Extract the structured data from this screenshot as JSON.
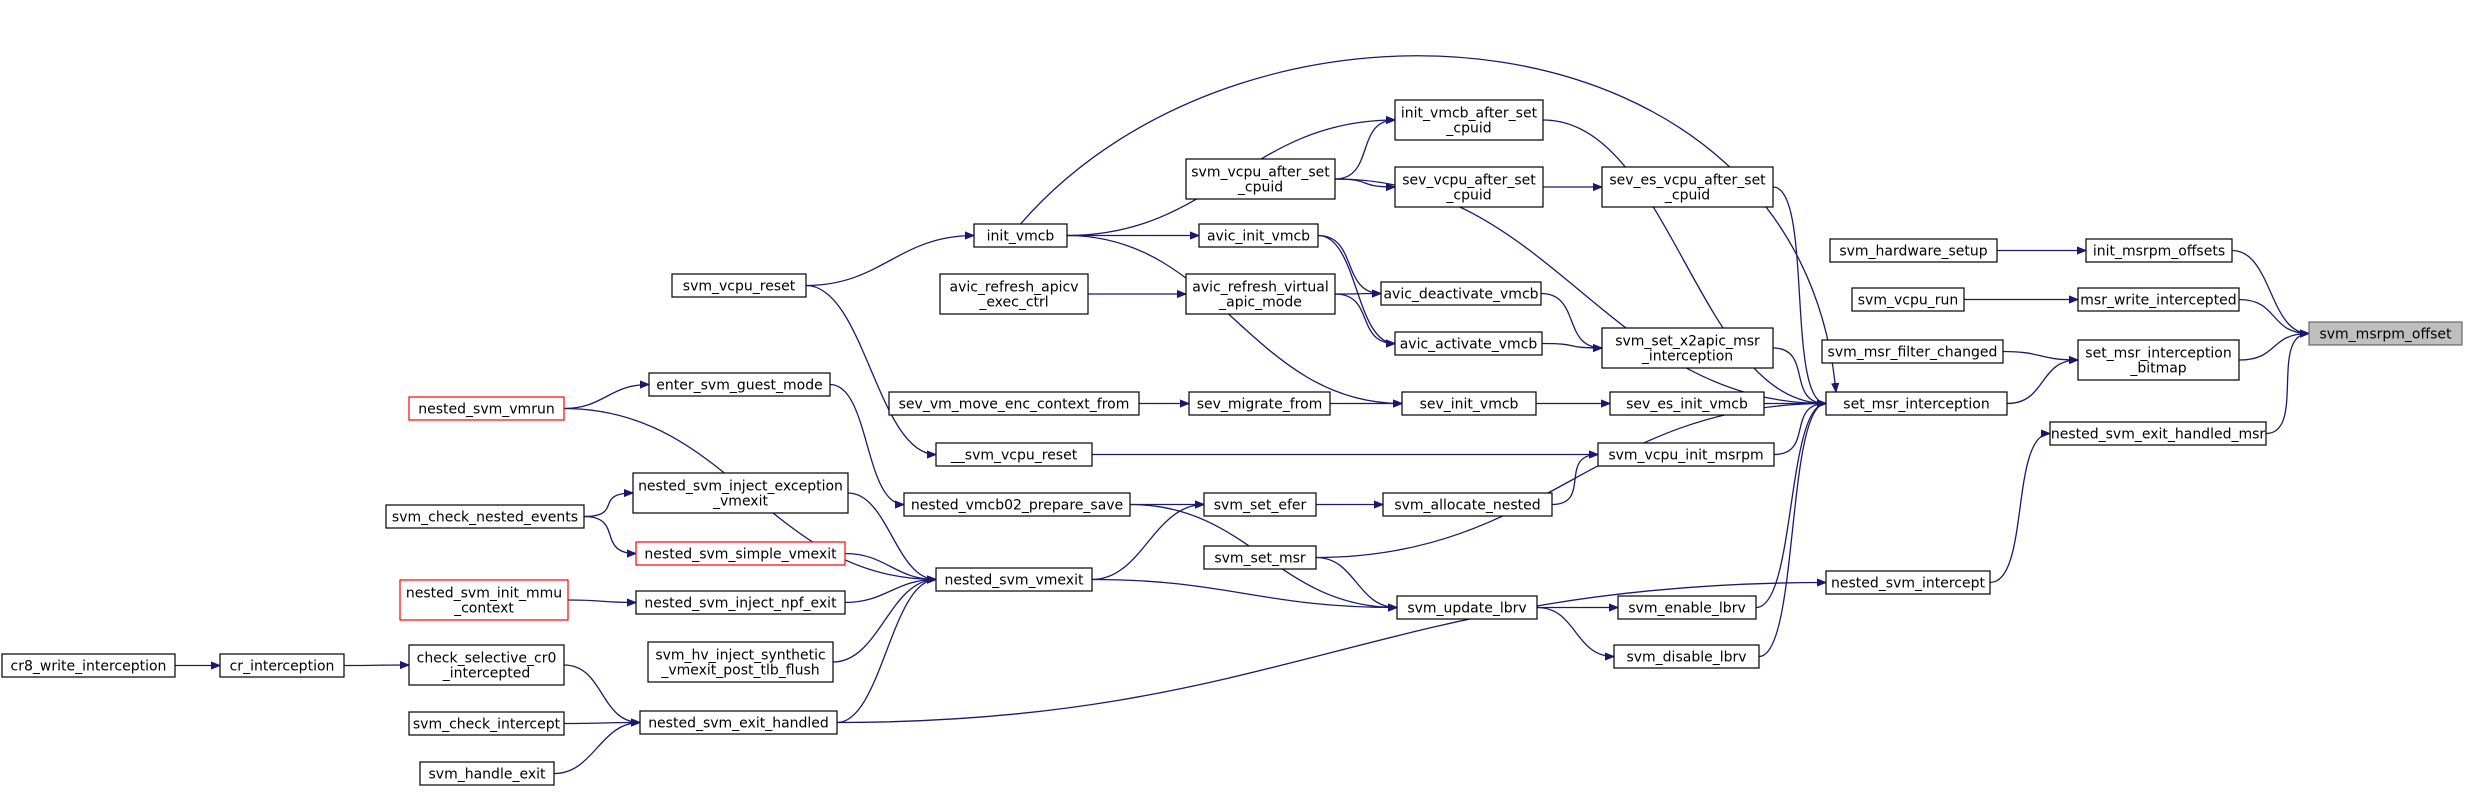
{
  "diagram": {
    "type": "call-graph",
    "colors": {
      "edge": "#191970",
      "node_border": "#000000",
      "highlight_border": "#ff0000",
      "root_fill": "#bfbfbf"
    },
    "nodes": [
      {
        "id": "svm_msrpm_offset",
        "lines": [
          "svm_msrpm_offset"
        ],
        "style": "root"
      },
      {
        "id": "init_msrpm_offsets",
        "lines": [
          "init_msrpm_offsets"
        ],
        "style": "normal"
      },
      {
        "id": "msr_write_intercepted",
        "lines": [
          "msr_write_intercepted"
        ],
        "style": "normal"
      },
      {
        "id": "set_msr_interception_bitmap",
        "lines": [
          "set_msr_interception",
          "_bitmap"
        ],
        "style": "normal"
      },
      {
        "id": "nested_svm_exit_handled_msr",
        "lines": [
          "nested_svm_exit_handled_msr"
        ],
        "style": "normal"
      },
      {
        "id": "svm_hardware_setup",
        "lines": [
          "svm_hardware_setup"
        ],
        "style": "normal"
      },
      {
        "id": "svm_vcpu_run",
        "lines": [
          "svm_vcpu_run"
        ],
        "style": "normal"
      },
      {
        "id": "svm_msr_filter_changed",
        "lines": [
          "svm_msr_filter_changed"
        ],
        "style": "normal"
      },
      {
        "id": "set_msr_interception",
        "lines": [
          "set_msr_interception"
        ],
        "style": "normal"
      },
      {
        "id": "nested_svm_intercept",
        "lines": [
          "nested_svm_intercept"
        ],
        "style": "normal"
      },
      {
        "id": "init_vmcb_after_set_cpuid",
        "lines": [
          "init_vmcb_after_set",
          "_cpuid"
        ],
        "style": "normal"
      },
      {
        "id": "sev_es_vcpu_after_set_cpuid",
        "lines": [
          "sev_es_vcpu_after_set",
          "_cpuid"
        ],
        "style": "normal"
      },
      {
        "id": "svm_set_x2apic_msr_interception",
        "lines": [
          "svm_set_x2apic_msr",
          "_interception"
        ],
        "style": "normal"
      },
      {
        "id": "sev_es_init_vmcb",
        "lines": [
          "sev_es_init_vmcb"
        ],
        "style": "normal"
      },
      {
        "id": "svm_vcpu_init_msrpm",
        "lines": [
          "svm_vcpu_init_msrpm"
        ],
        "style": "normal"
      },
      {
        "id": "svm_enable_lbrv",
        "lines": [
          "svm_enable_lbrv"
        ],
        "style": "normal"
      },
      {
        "id": "svm_disable_lbrv",
        "lines": [
          "svm_disable_lbrv"
        ],
        "style": "normal"
      },
      {
        "id": "svm_vcpu_after_set_cpuid",
        "lines": [
          "svm_vcpu_after_set",
          "_cpuid"
        ],
        "style": "normal"
      },
      {
        "id": "sev_vcpu_after_set_cpuid",
        "lines": [
          "sev_vcpu_after_set",
          "_cpuid"
        ],
        "style": "normal"
      },
      {
        "id": "avic_init_vmcb",
        "lines": [
          "avic_init_vmcb"
        ],
        "style": "normal"
      },
      {
        "id": "avic_deactivate_vmcb",
        "lines": [
          "avic_deactivate_vmcb"
        ],
        "style": "normal"
      },
      {
        "id": "avic_refresh_virtual_apic_mode",
        "lines": [
          "avic_refresh_virtual",
          "_apic_mode"
        ],
        "style": "normal"
      },
      {
        "id": "avic_activate_vmcb",
        "lines": [
          "avic_activate_vmcb"
        ],
        "style": "normal"
      },
      {
        "id": "sev_init_vmcb",
        "lines": [
          "sev_init_vmcb"
        ],
        "style": "normal"
      },
      {
        "id": "svm_allocate_nested",
        "lines": [
          "svm_allocate_nested"
        ],
        "style": "normal"
      },
      {
        "id": "svm_update_lbrv",
        "lines": [
          "svm_update_lbrv"
        ],
        "style": "normal"
      },
      {
        "id": "init_vmcb",
        "lines": [
          "init_vmcb"
        ],
        "style": "normal"
      },
      {
        "id": "avic_refresh_apicv_exec_ctrl",
        "lines": [
          "avic_refresh_apicv",
          "_exec_ctrl"
        ],
        "style": "normal"
      },
      {
        "id": "sev_vm_move_enc_context_from",
        "lines": [
          "sev_vm_move_enc_context_from"
        ],
        "style": "normal"
      },
      {
        "id": "sev_migrate_from",
        "lines": [
          "sev_migrate_from"
        ],
        "style": "normal"
      },
      {
        "id": "__svm_vcpu_reset",
        "lines": [
          "__svm_vcpu_reset"
        ],
        "style": "normal"
      },
      {
        "id": "svm_set_efer",
        "lines": [
          "svm_set_efer"
        ],
        "style": "normal"
      },
      {
        "id": "svm_set_msr",
        "lines": [
          "svm_set_msr"
        ],
        "style": "normal"
      },
      {
        "id": "svm_vcpu_reset",
        "lines": [
          "svm_vcpu_reset"
        ],
        "style": "normal"
      },
      {
        "id": "enter_svm_guest_mode",
        "lines": [
          "enter_svm_guest_mode"
        ],
        "style": "normal"
      },
      {
        "id": "nested_svm_vmrun",
        "lines": [
          "nested_svm_vmrun"
        ],
        "style": "highlight"
      },
      {
        "id": "nested_vmcb02_prepare_save",
        "lines": [
          "nested_vmcb02_prepare_save"
        ],
        "style": "normal"
      },
      {
        "id": "nested_svm_inject_exception_vmexit",
        "lines": [
          "nested_svm_inject_exception",
          "_vmexit"
        ],
        "style": "normal"
      },
      {
        "id": "svm_check_nested_events",
        "lines": [
          "svm_check_nested_events"
        ],
        "style": "normal"
      },
      {
        "id": "nested_svm_simple_vmexit",
        "lines": [
          "nested_svm_simple_vmexit"
        ],
        "style": "highlight"
      },
      {
        "id": "nested_svm_vmexit",
        "lines": [
          "nested_svm_vmexit"
        ],
        "style": "normal"
      },
      {
        "id": "nested_svm_init_mmu_context",
        "lines": [
          "nested_svm_init_mmu",
          "_context"
        ],
        "style": "highlight"
      },
      {
        "id": "nested_svm_inject_npf_exit",
        "lines": [
          "nested_svm_inject_npf_exit"
        ],
        "style": "normal"
      },
      {
        "id": "svm_hv_inject_synthetic_vmexit_post_tlb_flush",
        "lines": [
          "svm_hv_inject_synthetic",
          "_vmexit_post_tlb_flush"
        ],
        "style": "normal"
      },
      {
        "id": "check_selective_cr0_intercepted",
        "lines": [
          "check_selective_cr0",
          "_intercepted"
        ],
        "style": "normal"
      },
      {
        "id": "cr_interception",
        "lines": [
          "cr_interception"
        ],
        "style": "normal"
      },
      {
        "id": "cr8_write_interception",
        "lines": [
          "cr8_write_interception"
        ],
        "style": "normal"
      },
      {
        "id": "svm_check_intercept",
        "lines": [
          "svm_check_intercept"
        ],
        "style": "normal"
      },
      {
        "id": "nested_svm_exit_handled",
        "lines": [
          "nested_svm_exit_handled"
        ],
        "style": "normal"
      },
      {
        "id": "svm_handle_exit",
        "lines": [
          "svm_handle_exit"
        ],
        "style": "normal"
      }
    ],
    "edges": [
      [
        "init_msrpm_offsets",
        "svm_msrpm_offset"
      ],
      [
        "msr_write_intercepted",
        "svm_msrpm_offset"
      ],
      [
        "set_msr_interception_bitmap",
        "svm_msrpm_offset"
      ],
      [
        "nested_svm_exit_handled_msr",
        "svm_msrpm_offset"
      ],
      [
        "svm_hardware_setup",
        "init_msrpm_offsets"
      ],
      [
        "svm_vcpu_run",
        "msr_write_intercepted"
      ],
      [
        "svm_msr_filter_changed",
        "set_msr_interception_bitmap"
      ],
      [
        "set_msr_interception",
        "set_msr_interception_bitmap"
      ],
      [
        "nested_svm_intercept",
        "nested_svm_exit_handled_msr"
      ],
      [
        "init_vmcb",
        "set_msr_interception"
      ],
      [
        "init_vmcb_after_set_cpuid",
        "set_msr_interception"
      ],
      [
        "svm_vcpu_after_set_cpuid",
        "set_msr_interception"
      ],
      [
        "sev_es_vcpu_after_set_cpuid",
        "set_msr_interception"
      ],
      [
        "svm_set_x2apic_msr_interception",
        "set_msr_interception"
      ],
      [
        "sev_es_init_vmcb",
        "set_msr_interception"
      ],
      [
        "svm_vcpu_init_msrpm",
        "set_msr_interception"
      ],
      [
        "svm_set_msr",
        "set_msr_interception"
      ],
      [
        "svm_enable_lbrv",
        "set_msr_interception"
      ],
      [
        "svm_disable_lbrv",
        "set_msr_interception"
      ],
      [
        "nested_svm_exit_handled",
        "nested_svm_intercept"
      ],
      [
        "init_vmcb",
        "init_vmcb_after_set_cpuid"
      ],
      [
        "svm_vcpu_after_set_cpuid",
        "init_vmcb_after_set_cpuid"
      ],
      [
        "svm_vcpu_after_set_cpuid",
        "sev_vcpu_after_set_cpuid"
      ],
      [
        "sev_vcpu_after_set_cpuid",
        "sev_es_vcpu_after_set_cpuid"
      ],
      [
        "avic_deactivate_vmcb",
        "svm_set_x2apic_msr_interception"
      ],
      [
        "avic_activate_vmcb",
        "svm_set_x2apic_msr_interception"
      ],
      [
        "sev_init_vmcb",
        "sev_es_init_vmcb"
      ],
      [
        "__svm_vcpu_reset",
        "svm_vcpu_init_msrpm"
      ],
      [
        "svm_allocate_nested",
        "svm_vcpu_init_msrpm"
      ],
      [
        "svm_update_lbrv",
        "svm_enable_lbrv"
      ],
      [
        "svm_update_lbrv",
        "svm_disable_lbrv"
      ],
      [
        "init_vmcb",
        "avic_init_vmcb"
      ],
      [
        "avic_init_vmcb",
        "avic_deactivate_vmcb"
      ],
      [
        "avic_init_vmcb",
        "avic_activate_vmcb"
      ],
      [
        "avic_refresh_virtual_apic_mode",
        "avic_deactivate_vmcb"
      ],
      [
        "avic_refresh_virtual_apic_mode",
        "avic_activate_vmcb"
      ],
      [
        "avic_refresh_apicv_exec_ctrl",
        "avic_refresh_virtual_apic_mode"
      ],
      [
        "init_vmcb",
        "sev_init_vmcb"
      ],
      [
        "sev_migrate_from",
        "sev_init_vmcb"
      ],
      [
        "sev_vm_move_enc_context_from",
        "sev_migrate_from"
      ],
      [
        "svm_set_efer",
        "svm_allocate_nested"
      ],
      [
        "svm_set_msr",
        "svm_update_lbrv"
      ],
      [
        "nested_vmcb02_prepare_save",
        "svm_update_lbrv"
      ],
      [
        "nested_svm_vmexit",
        "svm_update_lbrv"
      ],
      [
        "svm_vcpu_reset",
        "init_vmcb"
      ],
      [
        "svm_vcpu_reset",
        "__svm_vcpu_reset"
      ],
      [
        "nested_vmcb02_prepare_save",
        "svm_set_efer"
      ],
      [
        "nested_svm_vmexit",
        "svm_set_efer"
      ],
      [
        "enter_svm_guest_mode",
        "nested_vmcb02_prepare_save"
      ],
      [
        "nested_svm_vmrun",
        "enter_svm_guest_mode"
      ],
      [
        "nested_svm_vmrun",
        "nested_svm_vmexit"
      ],
      [
        "nested_svm_inject_exception_vmexit",
        "nested_svm_vmexit"
      ],
      [
        "nested_svm_simple_vmexit",
        "nested_svm_vmexit"
      ],
      [
        "nested_svm_inject_npf_exit",
        "nested_svm_vmexit"
      ],
      [
        "svm_hv_inject_synthetic_vmexit_post_tlb_flush",
        "nested_svm_vmexit"
      ],
      [
        "nested_svm_exit_handled",
        "nested_svm_vmexit"
      ],
      [
        "svm_check_nested_events",
        "nested_svm_inject_exception_vmexit"
      ],
      [
        "svm_check_nested_events",
        "nested_svm_simple_vmexit"
      ],
      [
        "nested_svm_init_mmu_context",
        "nested_svm_inject_npf_exit"
      ],
      [
        "check_selective_cr0_intercepted",
        "nested_svm_exit_handled"
      ],
      [
        "svm_check_intercept",
        "nested_svm_exit_handled"
      ],
      [
        "svm_handle_exit",
        "nested_svm_exit_handled"
      ],
      [
        "cr_interception",
        "check_selective_cr0_intercepted"
      ],
      [
        "cr8_write_interception",
        "cr_interception"
      ]
    ]
  }
}
